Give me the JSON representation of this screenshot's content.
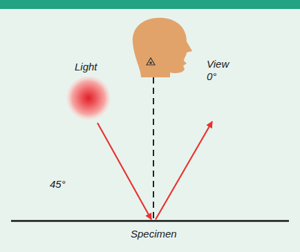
{
  "diagram": {
    "labels": [
      "Light",
      "View 0°",
      "45°",
      "Specimen"
    ]
  }
}
